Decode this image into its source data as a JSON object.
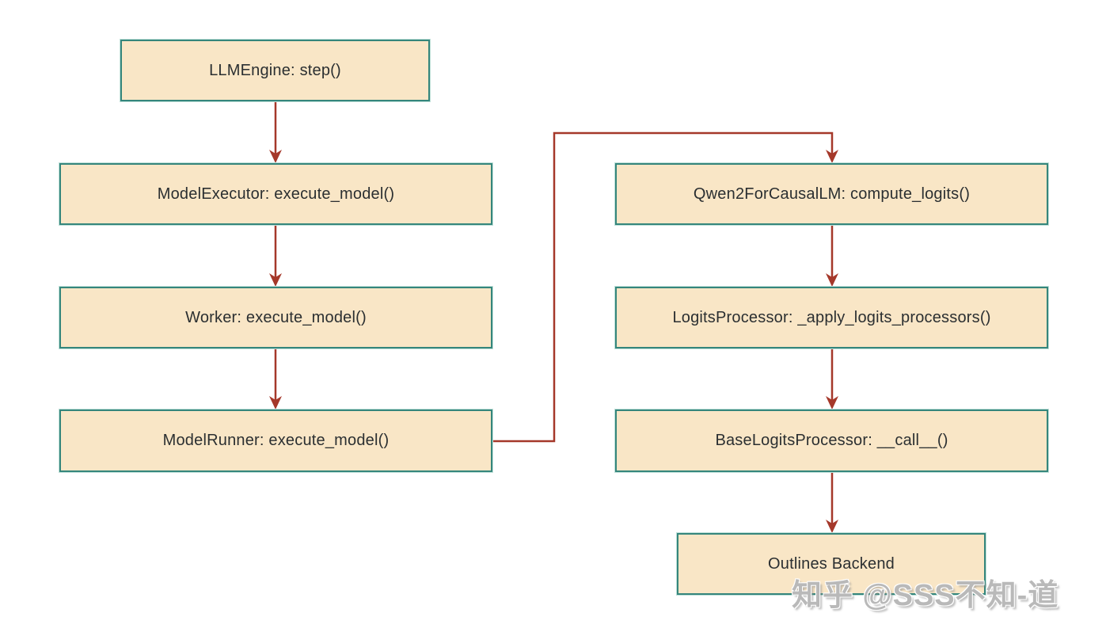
{
  "diagram": {
    "type": "flowchart",
    "colors": {
      "node_fill": "#f9e6c6",
      "node_border": "#35867c",
      "arrow": "#a5382a",
      "text": "#2b2f31",
      "background": "#ffffff",
      "watermark": "#b9b9b9"
    },
    "nodes": [
      {
        "id": "llm-engine",
        "label": "LLMEngine: step()"
      },
      {
        "id": "model-executor",
        "label": "ModelExecutor: execute_model()"
      },
      {
        "id": "worker",
        "label": "Worker: execute_model()"
      },
      {
        "id": "model-runner",
        "label": "ModelRunner: execute_model()"
      },
      {
        "id": "qwen2-for-causal-lm",
        "label": "Qwen2ForCausalLM: compute_logits()"
      },
      {
        "id": "logits-processor",
        "label": "LogitsProcessor: _apply_logits_processors()"
      },
      {
        "id": "base-logits-processor",
        "label": "BaseLogitsProcessor: __call__()"
      },
      {
        "id": "outlines-backend",
        "label": "Outlines Backend"
      }
    ],
    "edges": [
      {
        "from": "llm-engine",
        "to": "model-executor"
      },
      {
        "from": "model-executor",
        "to": "worker"
      },
      {
        "from": "worker",
        "to": "model-runner"
      },
      {
        "from": "model-runner",
        "to": "qwen2-for-causal-lm"
      },
      {
        "from": "qwen2-for-causal-lm",
        "to": "logits-processor"
      },
      {
        "from": "logits-processor",
        "to": "base-logits-processor"
      },
      {
        "from": "base-logits-processor",
        "to": "outlines-backend"
      }
    ],
    "watermark": "知乎 @SSS不知-道"
  }
}
